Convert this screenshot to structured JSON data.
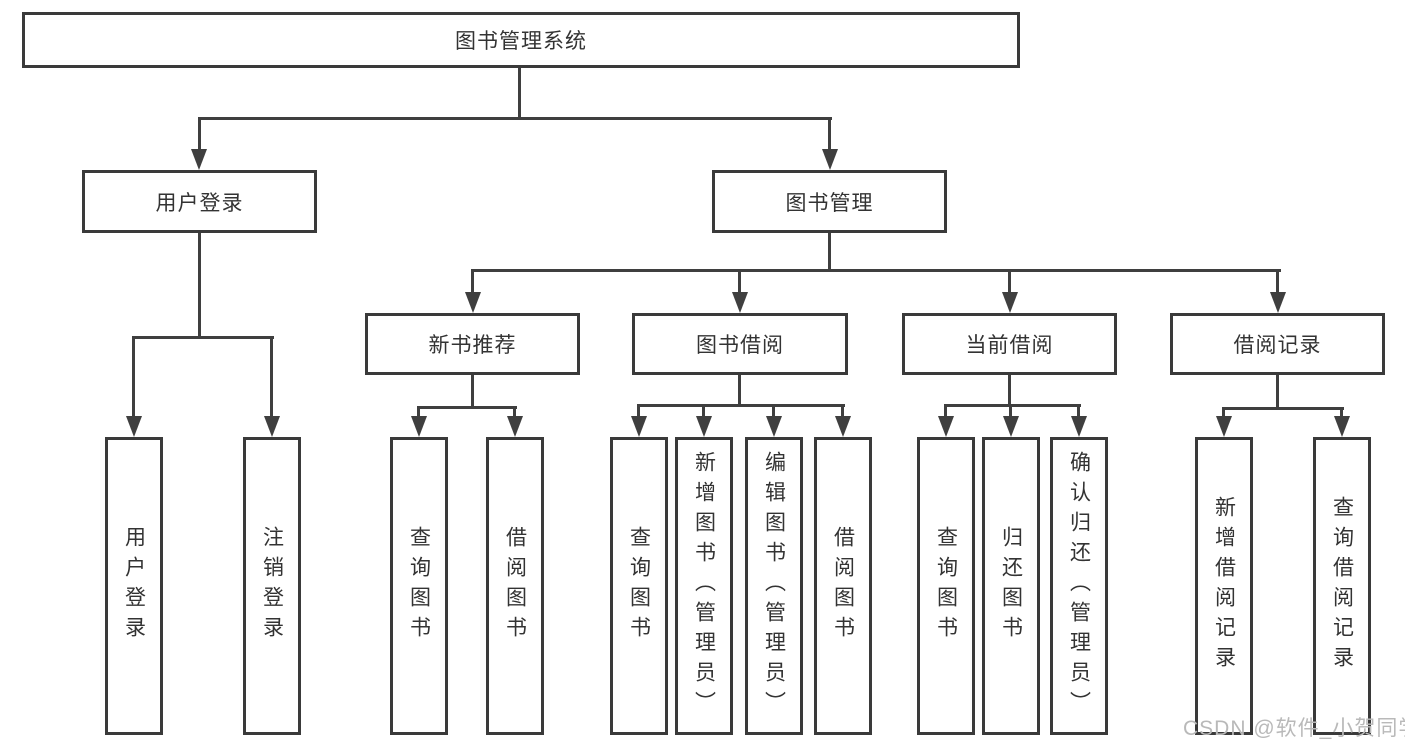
{
  "diagram": {
    "root": {
      "label": "图书管理系统",
      "children": [
        {
          "label": "用户登录",
          "children": [
            {
              "label": "用户登录"
            },
            {
              "label": "注销登录"
            }
          ]
        },
        {
          "label": "图书管理",
          "children": [
            {
              "label": "新书推荐",
              "children": [
                {
                  "label": "查询图书"
                },
                {
                  "label": "借阅图书"
                }
              ]
            },
            {
              "label": "图书借阅",
              "children": [
                {
                  "label": "查询图书"
                },
                {
                  "label": "新增图书（管理员）"
                },
                {
                  "label": "编辑图书（管理员）"
                },
                {
                  "label": "借阅图书"
                }
              ]
            },
            {
              "label": "当前借阅",
              "children": [
                {
                  "label": "查询图书"
                },
                {
                  "label": "归还图书"
                },
                {
                  "label": "确认归还（管理员）"
                }
              ]
            },
            {
              "label": "借阅记录",
              "children": [
                {
                  "label": "新增借阅记录"
                },
                {
                  "label": "查询借阅记录"
                }
              ]
            }
          ]
        }
      ]
    },
    "colors": {
      "line": "#3f3f3f",
      "box_border": "#3a3a3a",
      "text": "#333333",
      "background": "#ffffff"
    }
  },
  "watermark": {
    "text": "CSDN @软件_小贺同学",
    "color": "#b9b9b9"
  }
}
